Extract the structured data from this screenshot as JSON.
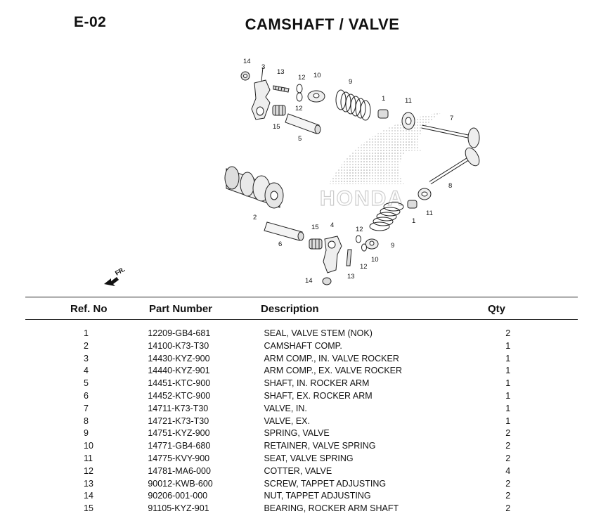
{
  "header": {
    "section_code": "E-02",
    "title": "CAMSHAFT / VALVE"
  },
  "diagram": {
    "callouts": [
      "14",
      "3",
      "13",
      "12",
      "10",
      "9",
      "1",
      "11",
      "7",
      "12",
      "15",
      "5",
      "2",
      "8",
      "11",
      "1",
      "15",
      "4",
      "12",
      "6",
      "9",
      "10",
      "12",
      "13",
      "14"
    ],
    "direction_label": "FR.",
    "watermark": "HONDA"
  },
  "table": {
    "headers": {
      "ref": "Ref. No",
      "part": "Part Number",
      "desc": "Description",
      "qty": "Qty"
    },
    "rows": [
      {
        "ref": "1",
        "part": "12209-GB4-681",
        "desc": "SEAL, VALVE STEM (NOK)",
        "qty": "2"
      },
      {
        "ref": "2",
        "part": "14100-K73-T30",
        "desc": "CAMSHAFT COMP.",
        "qty": "1"
      },
      {
        "ref": "3",
        "part": "14430-KYZ-900",
        "desc": "ARM COMP., IN. VALVE ROCKER",
        "qty": "1"
      },
      {
        "ref": "4",
        "part": "14440-KYZ-901",
        "desc": "ARM COMP., EX. VALVE ROCKER",
        "qty": "1"
      },
      {
        "ref": "5",
        "part": "14451-KTC-900",
        "desc": "SHAFT, IN. ROCKER ARM",
        "qty": "1"
      },
      {
        "ref": "6",
        "part": "14452-KTC-900",
        "desc": "SHAFT, EX. ROCKER ARM",
        "qty": "1"
      },
      {
        "ref": "7",
        "part": "14711-K73-T30",
        "desc": "VALVE, IN.",
        "qty": "1"
      },
      {
        "ref": "8",
        "part": "14721-K73-T30",
        "desc": "VALVE, EX.",
        "qty": "1"
      },
      {
        "ref": "9",
        "part": "14751-KYZ-900",
        "desc": "SPRING, VALVE",
        "qty": "2"
      },
      {
        "ref": "10",
        "part": "14771-GB4-680",
        "desc": "RETAINER, VALVE SPRING",
        "qty": "2"
      },
      {
        "ref": "11",
        "part": "14775-KVY-900",
        "desc": "SEAT, VALVE SPRING",
        "qty": "2"
      },
      {
        "ref": "12",
        "part": "14781-MA6-000",
        "desc": "COTTER, VALVE",
        "qty": "4"
      },
      {
        "ref": "13",
        "part": "90012-KWB-600",
        "desc": "SCREW, TAPPET ADJUSTING",
        "qty": "2"
      },
      {
        "ref": "14",
        "part": "90206-001-000",
        "desc": "NUT, TAPPET ADJUSTING",
        "qty": "2"
      },
      {
        "ref": "15",
        "part": "91105-KYZ-901",
        "desc": "BEARING, ROCKER ARM SHAFT",
        "qty": "2"
      }
    ]
  }
}
